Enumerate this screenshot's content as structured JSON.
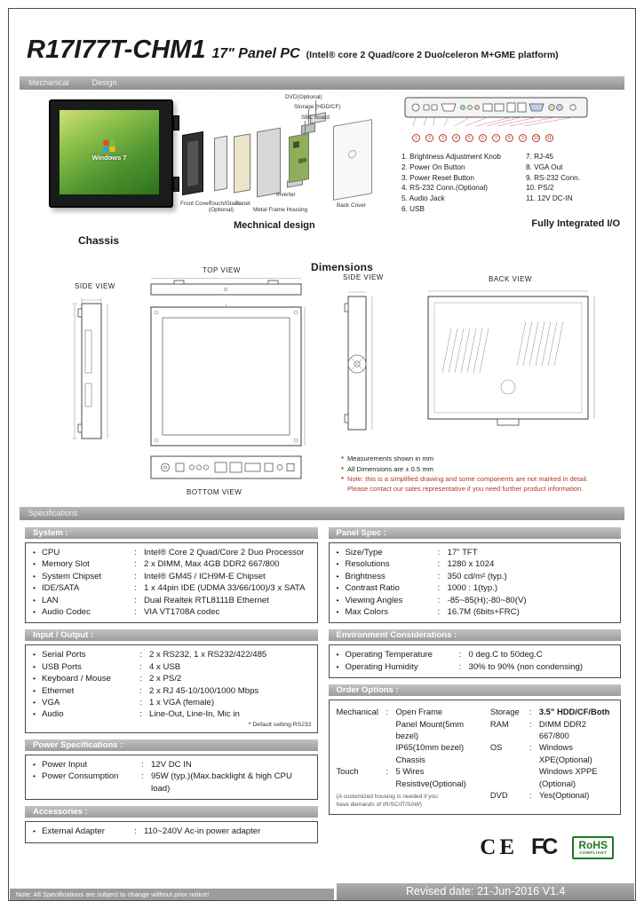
{
  "ui": {
    "colon": ":",
    "bullet": "•",
    "asterisk": "*"
  },
  "header": {
    "model": "R17I77T-CHM1",
    "size": "17\" Panel PC",
    "platform": "(Intel® core 2 Quad/core 2 Duo/celeron M+GME platform)",
    "tabs": [
      "Mechanical",
      "Design"
    ]
  },
  "mechanical": {
    "chassis_label": "Chassis",
    "screen_brand": "Windows 7",
    "exploded": {
      "caption": "Mechnical design",
      "labels": {
        "dvd": "DVD(Optional)",
        "storage": "Storage (HDD/CF)",
        "sbc": "SBC Board",
        "inverter": "Inverter",
        "back_cover": "Back Cover",
        "front_cover": "Front Cover",
        "touch": "Touch/Glass\n(Optional)",
        "panel": "Panel",
        "frame": "Metal Frame Housing"
      }
    },
    "io": {
      "caption": "Fully Integrated I/O",
      "callouts": [
        "1",
        "2",
        "3",
        "4",
        "5",
        "6",
        "7",
        "8",
        "9",
        "10",
        "11"
      ],
      "items_left": [
        "1. Brightness Adjustment Knob",
        "2. Power On Button",
        "3. Power Reset Button",
        "4. RS-232 Conn.(Optional)",
        "5. Audio Jack",
        "6. USB"
      ],
      "items_right": [
        "7. RJ-45",
        "8. VGA Out",
        "9. RS-232 Conn.",
        "10. PS/2",
        "11. 12V DC-IN"
      ]
    }
  },
  "dimensions": {
    "title": "Dimensions",
    "views": {
      "top": "TOP VIEW",
      "side_left": "SIDE VIEW",
      "side_right": "SIDE VIEW",
      "back": "BACK VIEW",
      "bottom": "BOTTOM VIEW"
    },
    "notes": [
      "Measurements shown in mm",
      "All Dimensions are ± 0.5 mm",
      "Note: this is a simplified drawing and some components are not marked in detail.\nPlease contact our sales representative if you need further product information."
    ]
  },
  "specifications": {
    "bar_label": "Specifications",
    "system": {
      "title": "System :",
      "rows": [
        {
          "label": "CPU",
          "value": "Intel® Core 2 Quad/Core 2 Duo Processor"
        },
        {
          "label": "Memory Slot",
          "value": "2 x DIMM, Max 4GB DDR2 667/800"
        },
        {
          "label": "System Chipset",
          "value": "Intel® GM45 / ICH9M-E Chipset"
        },
        {
          "label": "IDE/SATA",
          "value": "1 x 44pin IDE (UDMA 33/66/100)/3 x SATA"
        },
        {
          "label": "LAN",
          "value": "Dual Realtek RTL8111B Ethernet"
        },
        {
          "label": "Audio Codec",
          "value": "VIA VT1708A codec"
        }
      ]
    },
    "panel": {
      "title": "Panel Spec :",
      "rows": [
        {
          "label": "Size/Type",
          "value": "17\" TFT"
        },
        {
          "label": "Resolutions",
          "value": "1280 x 1024"
        },
        {
          "label": "Brightness",
          "value": "350 cd/m² (typ.)"
        },
        {
          "label": "Contrast Ratio",
          "value": "1000 : 1(typ.)"
        },
        {
          "label": "Viewing Angles",
          "value": "-85~85(H);-80~80(V)"
        },
        {
          "label": "Max Colors",
          "value": "16.7M (6bits+FRC)"
        }
      ]
    },
    "io": {
      "title": "Input / Output :",
      "rows": [
        {
          "label": "Serial Ports",
          "value": "2 x RS232, 1 x RS232/422/485"
        },
        {
          "label": "USB Ports",
          "value": "4 x USB"
        },
        {
          "label": "Keyboard / Mouse",
          "value": "2 x PS/2"
        },
        {
          "label": "Ethernet",
          "value": "2 x RJ 45-10/100/1000 Mbps"
        },
        {
          "label": "VGA",
          "value": "1 x VGA (female)"
        },
        {
          "label": "Audio",
          "value": "Line-Out, Line-In, Mic in"
        }
      ],
      "note": "Default setting:RS232"
    },
    "environment": {
      "title": "Environment Considerations :",
      "rows": [
        {
          "label": "Operating Temperature",
          "value": "0 deg.C to 50deg.C"
        },
        {
          "label": "Operating Humidity",
          "value": "30% to 90% (non condensing)"
        }
      ]
    },
    "order": {
      "title": "Order Options :",
      "mechanical_label": "Mechanical",
      "mechanical_value": "Open Frame\nPanel Mount(5mm bezel)\nIP65(10mm bezel)\nChassis",
      "touch_label": "Touch",
      "touch_value": "5 Wires Resistive(Optional)",
      "touch_note": "(A customized housing is needed if you\nhave demands of IR/SC/IT/SAW)",
      "storage_label": "Storage",
      "storage_value": "3.5\" HDD/CF/Both",
      "ram_label": "RAM",
      "ram_value": "DIMM DDR2 667/800",
      "os_label": "OS",
      "os_value": "Windows XPE(Optional)\nWindows XPPE (Optional)",
      "dvd_label": "DVD",
      "dvd_value": "Yes(Optional)"
    },
    "power": {
      "title": "Power Specifications :",
      "rows": [
        {
          "label": "Power Input",
          "value": "12V DC IN"
        },
        {
          "label": "Power Consumption",
          "value": "95W (typ.)(Max.backlight & high CPU load)"
        }
      ]
    },
    "accessories": {
      "title": "Accessories :",
      "rows": [
        {
          "label": "External Adapter",
          "value": "110~240V Ac-in power adapter"
        }
      ]
    }
  },
  "footer": {
    "note": "Note: All Specifications are subject to change without prior notice!",
    "revised": "Revised date: 21-Jun-2016  V1.4",
    "logos": {
      "ce": "CE",
      "fcc": "FC",
      "rohs_line1": "RoHS",
      "rohs_line2": "COMPLIANT"
    }
  }
}
